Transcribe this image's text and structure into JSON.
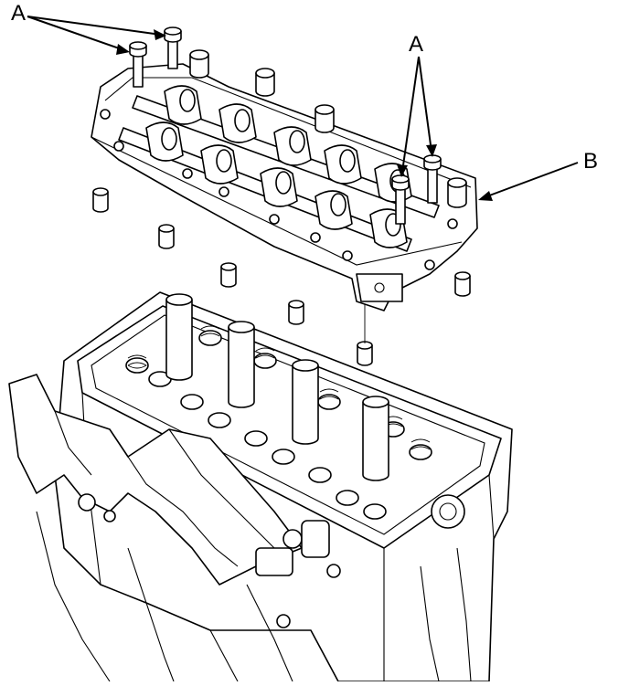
{
  "callouts": {
    "left_a": "A",
    "right_a": "A",
    "b": "B"
  },
  "colors": {
    "line": "#000000",
    "background": "#ffffff"
  }
}
